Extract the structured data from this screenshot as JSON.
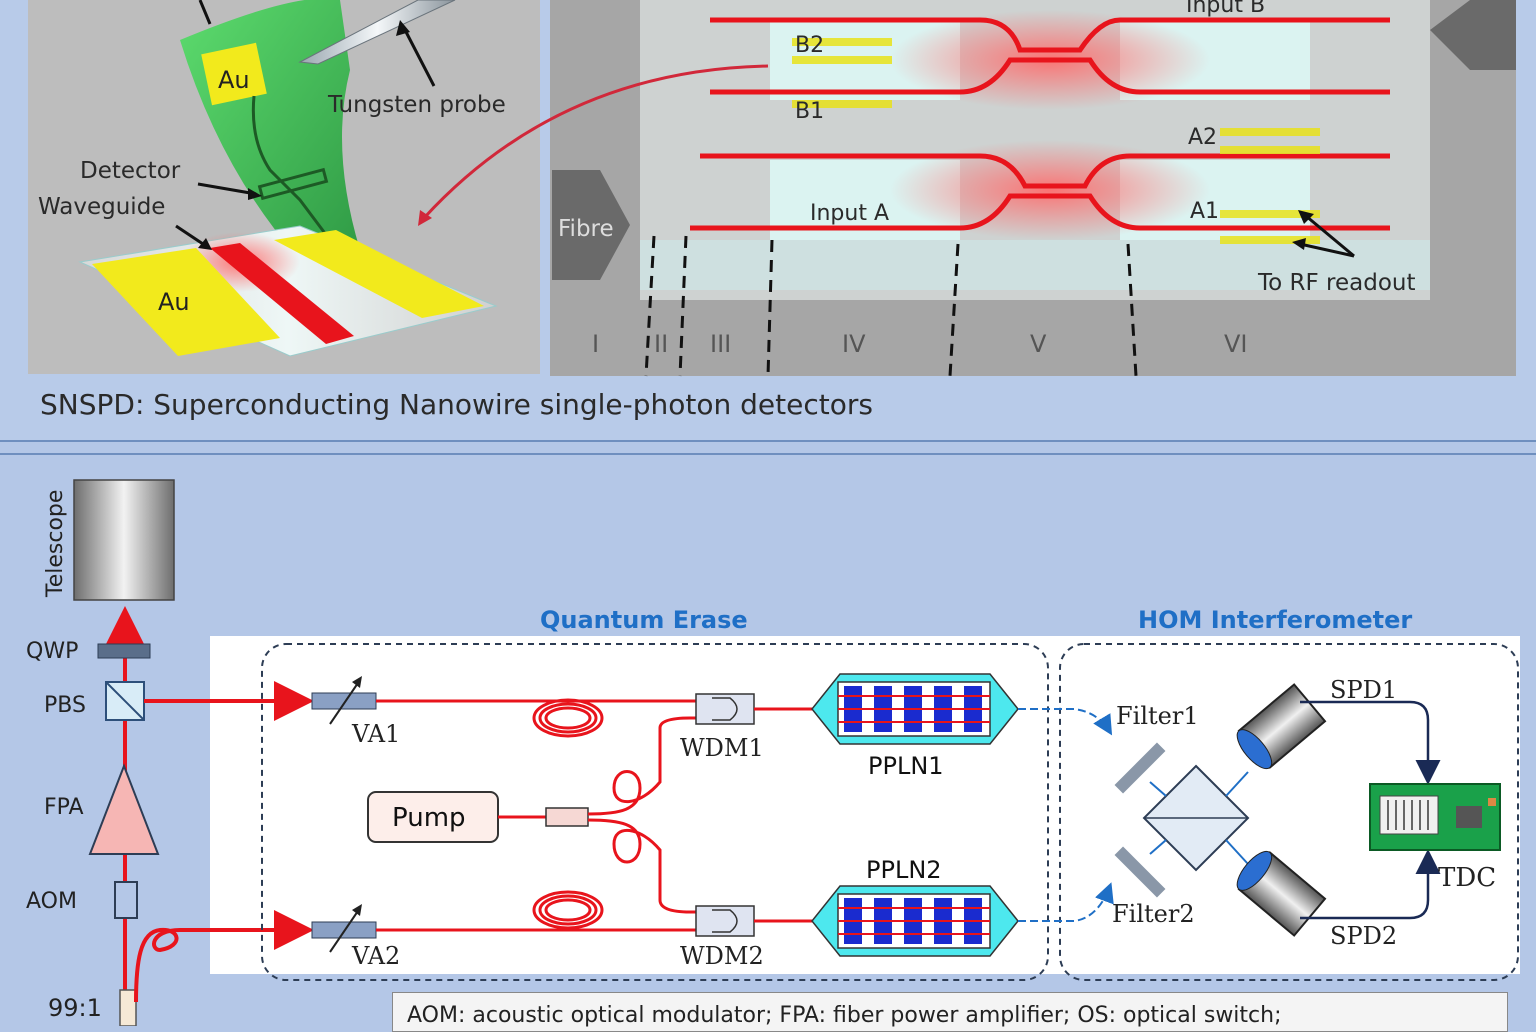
{
  "top_panel": {
    "left_image": {
      "au_top": "Au",
      "au_bottom": "Au",
      "probe_label": "Tungsten probe",
      "detector_label": "Detector",
      "waveguide_label": "Waveguide"
    },
    "right_image": {
      "input_b": "Input B",
      "input_a": "Input A",
      "b2": "B2",
      "b1": "B1",
      "a2": "A2",
      "a1": "A1",
      "fibre": "Fibre",
      "rf_readout": "To RF readout",
      "sections": [
        "I",
        "II",
        "III",
        "IV",
        "V",
        "VI"
      ]
    },
    "caption": "SNSPD: Superconducting Nanowire single-photon detectors"
  },
  "bottom_panel": {
    "telescope": "Telescope",
    "qwp": "QWP",
    "pbs": "PBS",
    "fpa": "FPA",
    "aom": "AOM",
    "ratio": "99:1",
    "quantum_erase_title": "Quantum Erase",
    "hom_title": "HOM Interferometer",
    "va1": "VA1",
    "va2": "VA2",
    "wdm1": "WDM1",
    "wdm2": "WDM2",
    "pump": "Pump",
    "ppln1": "PPLN1",
    "ppln2": "PPLN2",
    "filter1": "Filter1",
    "filter2": "Filter2",
    "spd1": "SPD1",
    "spd2": "SPD2",
    "tdc": "TDC",
    "legend": "AOM: acoustic optical modulator; FPA: fiber power amplifier; OS: optical switch;"
  },
  "colors": {
    "fiber_red": "#e8141c",
    "signal_blue": "#1f6fc6",
    "title_blue": "#1f6fc6",
    "ppln_cyan": "#4de8ee",
    "gold": "#e8e21a"
  }
}
